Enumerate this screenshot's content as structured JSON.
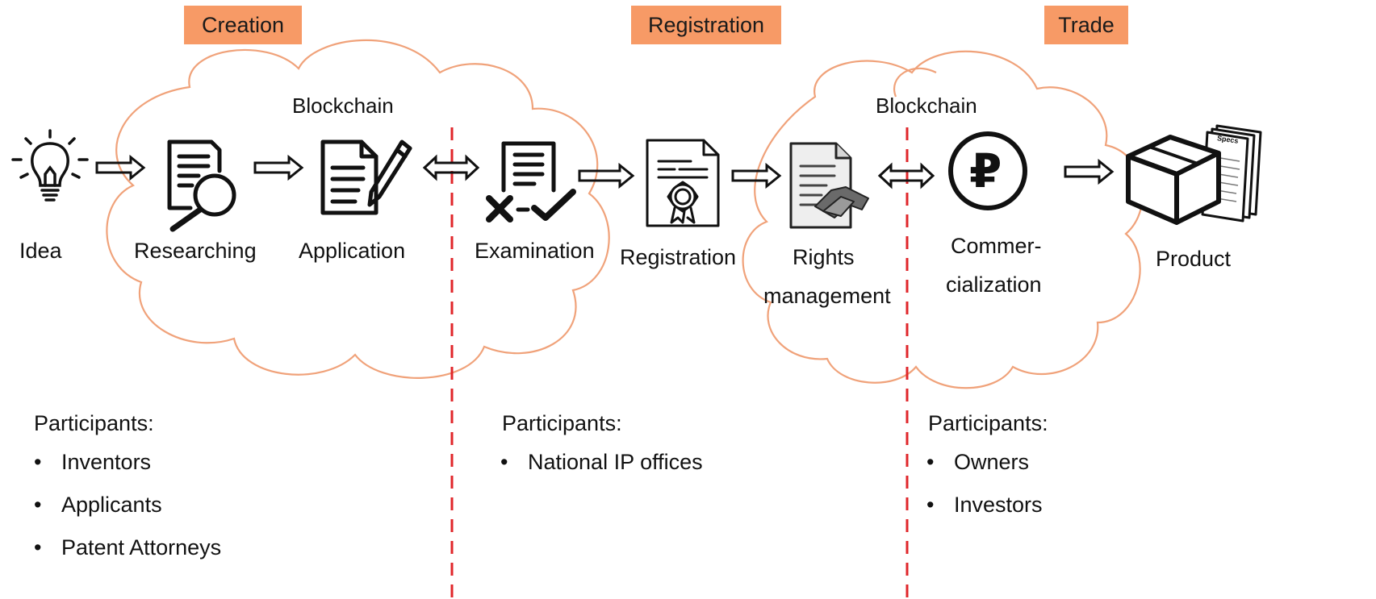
{
  "phases": {
    "creation": "Creation",
    "registration": "Registration",
    "trade": "Trade"
  },
  "clouds": {
    "left_label": "Blockchain",
    "right_label": "Blockchain"
  },
  "steps": {
    "idea": "Idea",
    "researching": "Researching",
    "application": "Application",
    "examination": "Examination",
    "registration": "Registration",
    "rights_line1": "Rights",
    "rights_line2": "management",
    "commer_line1": "Commer-",
    "commer_line2": "cialization",
    "product": "Product",
    "specs_text": "Specs"
  },
  "participants": {
    "creation": {
      "title": "Participants:",
      "items": [
        "Inventors",
        "Applicants",
        "Patent Attorneys"
      ]
    },
    "registration": {
      "title": "Participants:",
      "items": [
        "National IP offices"
      ]
    },
    "trade": {
      "title": "Participants:",
      "items": [
        "Owners",
        "Investors"
      ]
    }
  },
  "bullet_char": "•",
  "currency_symbol": "₽",
  "colors": {
    "phase_fill": "#f79a66",
    "cloud_stroke": "#f0a27a",
    "divider": "#e0262a",
    "icon_stroke": "#111111"
  }
}
